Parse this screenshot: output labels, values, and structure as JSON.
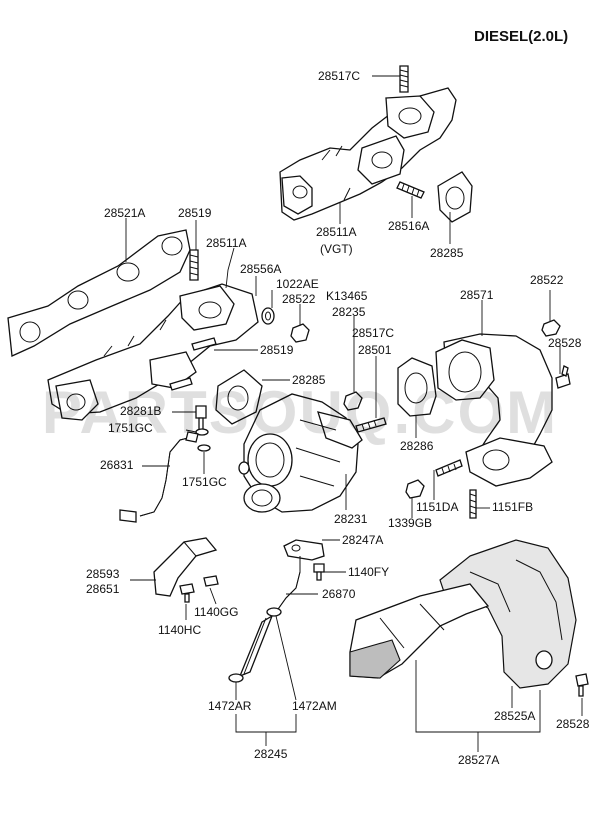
{
  "title": "DIESEL(2.0L)",
  "watermark": "PARTSOUQ.COM",
  "labels": {
    "p28517C_top": "28517C",
    "p28511A": "28511A",
    "vgt": "(VGT)",
    "p28516A": "28516A",
    "p28285_top": "28285",
    "p28521A": "28521A",
    "p28519_top": "28519",
    "p28511A_left": "28511A",
    "p28556A": "28556A",
    "p1022AE": "1022AE",
    "p28522_mid": "28522",
    "pK13465": "K13465",
    "p28235": "28235",
    "p28517C_mid": "28517C",
    "p28501": "28501",
    "p28571": "28571",
    "p28522_right": "28522",
    "p28528_top": "28528",
    "p28519_mid": "28519",
    "p28285_mid": "28285",
    "p28281B": "28281B",
    "p1751GC_top": "1751GC",
    "p26831": "26831",
    "p1751GC_bot": "1751GC",
    "p28286": "28286",
    "p28231": "28231",
    "p1151DA": "1151DA",
    "p1151FB": "1151FB",
    "p1339GB": "1339GB",
    "p28247A": "28247A",
    "p28593": "28593",
    "p28651": "28651",
    "p1140FY": "1140FY",
    "p26870": "26870",
    "p1140GG": "1140GG",
    "p1140HC": "1140HC",
    "p1472AR": "1472AR",
    "p1472AM": "1472AM",
    "p28245": "28245",
    "p28525A": "28525A",
    "p28528_bot": "28528",
    "p28527A": "28527A"
  }
}
